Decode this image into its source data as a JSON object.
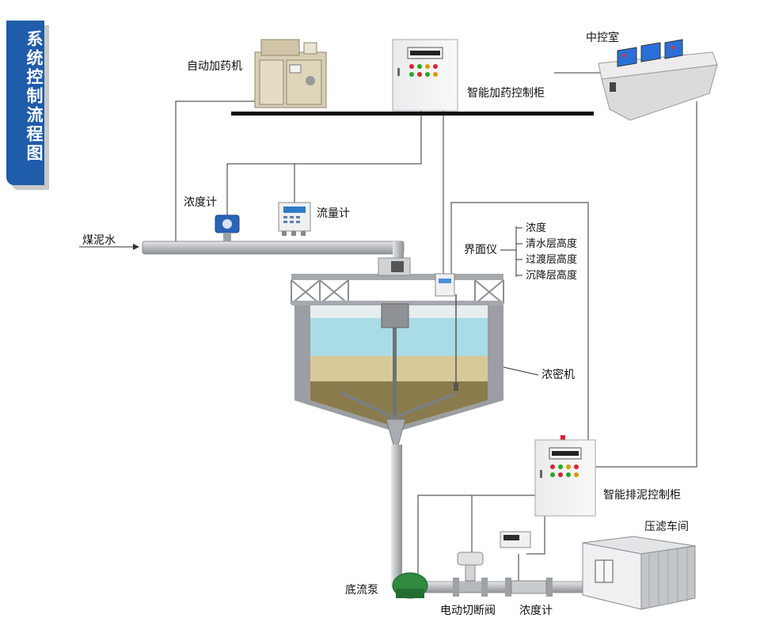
{
  "title": "系统控制流程图",
  "labels": {
    "auto_dosing_machine": "自动加药机",
    "smart_dosing_cabinet": "智能加药控制柜",
    "control_room": "中控室",
    "density_meter_top": "浓度计",
    "flow_meter": "流量计",
    "slurry_water": "煤泥水",
    "interface_meter": "界面仪",
    "thickener": "浓密机",
    "smart_discharge_cabinet": "智能排泥控制柜",
    "filter_press_workshop": "压滤车间",
    "underflow_pump": "底流泵",
    "electric_shutoff_valve": "电动切断阀",
    "density_meter_bottom": "浓度计"
  },
  "interface_outputs": [
    "浓度",
    "清水层高度",
    "过渡层高度",
    "沉降层高度"
  ],
  "colors": {
    "title_bg": "#1f5ca9",
    "clear_water": "#a9dce4",
    "transition_layer": "#d8c99a",
    "sediment_layer": "#8a7b4c",
    "pipe": "#b9bcc0",
    "signal_line": "#333333"
  },
  "icons": {
    "dosing_machine": "dosing-machine-icon",
    "control_cabinet": "control-cabinet-icon",
    "control_room": "control-console-icon",
    "pump": "pump-icon",
    "valve": "valve-icon",
    "container": "container-building-icon"
  }
}
